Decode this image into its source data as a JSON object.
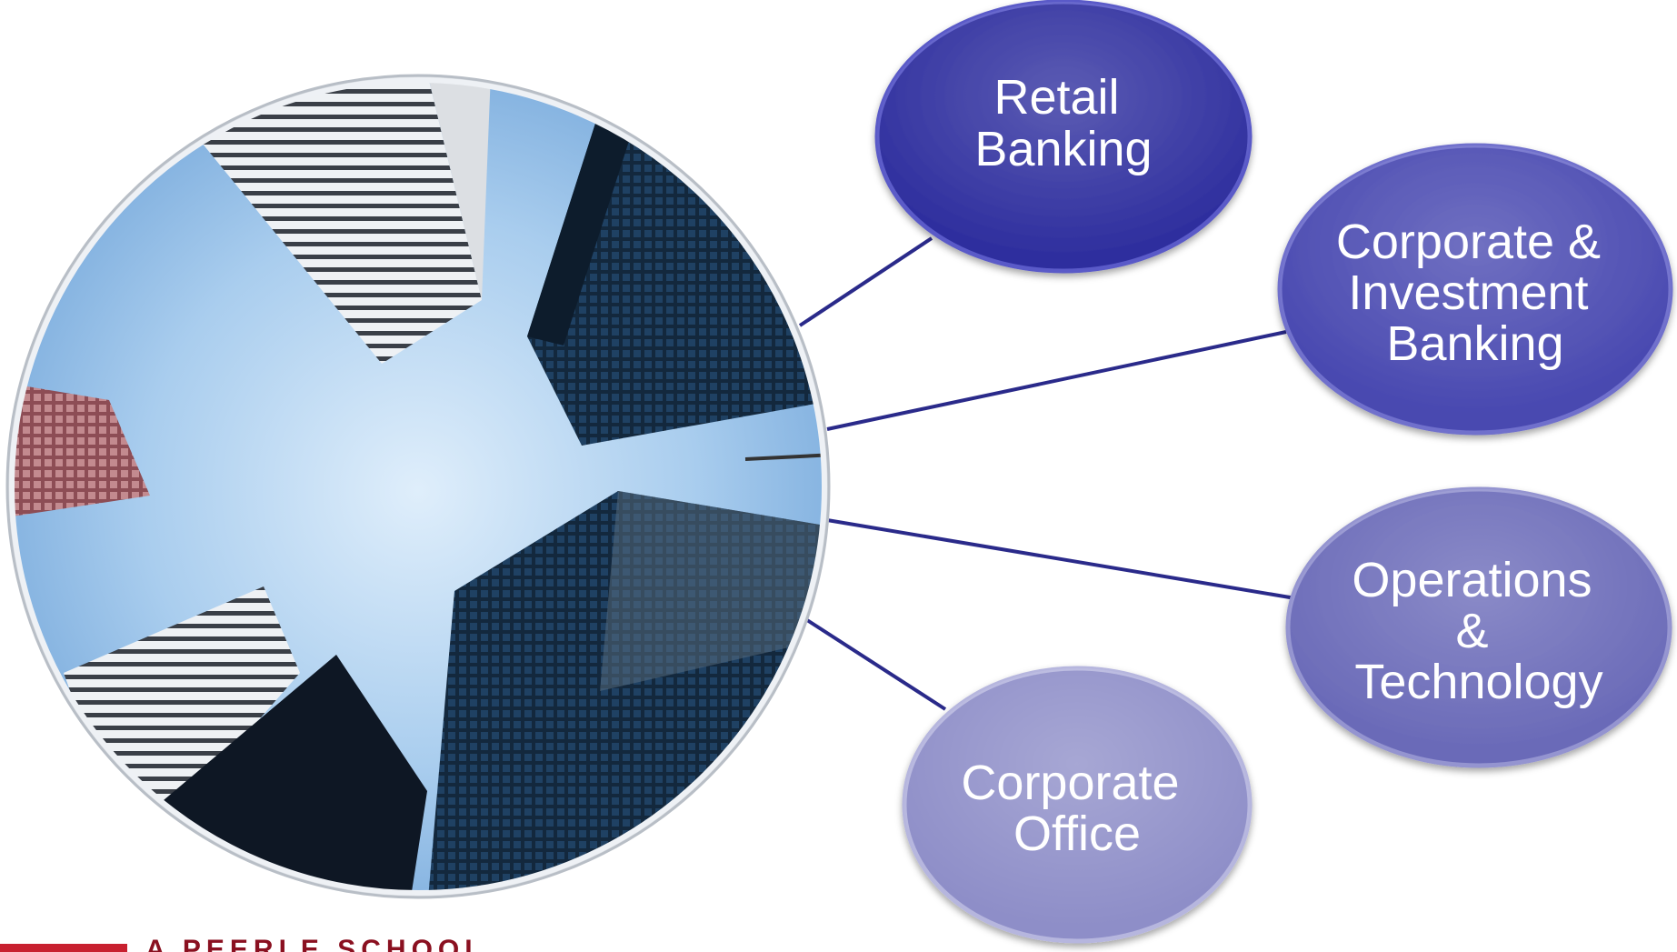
{
  "nodes": [
    {
      "id": "retail",
      "label_lines": [
        "Retail",
        "Banking"
      ],
      "color": "#2e2e9e"
    },
    {
      "id": "corporate-investment",
      "label_lines": [
        "Corporate &",
        "Investment",
        "Banking"
      ],
      "color": "#4848b0"
    },
    {
      "id": "operations",
      "label_lines": [
        "Operations",
        "&",
        "Technology"
      ],
      "color": "#6a6ab8"
    },
    {
      "id": "corporate-office",
      "label_lines": [
        "Corporate",
        "Office"
      ],
      "color": "#8e8ec8"
    }
  ],
  "connector_color": "#2a2a8a",
  "footer": {
    "text": "A PEERLE SCHOOL",
    "accent_color": "#c8202f"
  }
}
